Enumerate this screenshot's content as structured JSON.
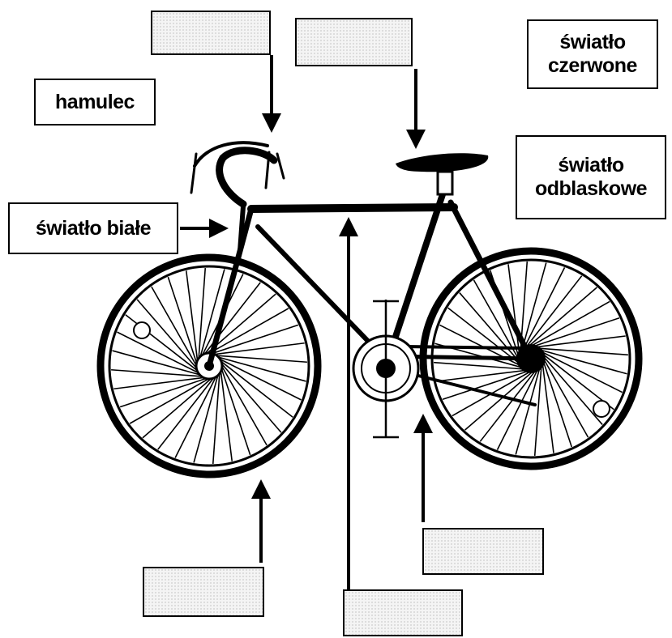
{
  "labels": {
    "brake": "hamulec",
    "white_light": "światło białe",
    "red_light": "światło\nczerwone",
    "reflector": "światło\nodblaskowe"
  },
  "blank_boxes": [
    {
      "id": "blank-top-left",
      "text": ""
    },
    {
      "id": "blank-top-middle",
      "text": ""
    },
    {
      "id": "blank-bottom-left",
      "text": ""
    },
    {
      "id": "blank-bottom-middle",
      "text": ""
    },
    {
      "id": "blank-bottom-right",
      "text": ""
    }
  ],
  "colors": {
    "ink": "#000000",
    "paper": "#ffffff",
    "blank_fill": "#f4f4f4"
  }
}
